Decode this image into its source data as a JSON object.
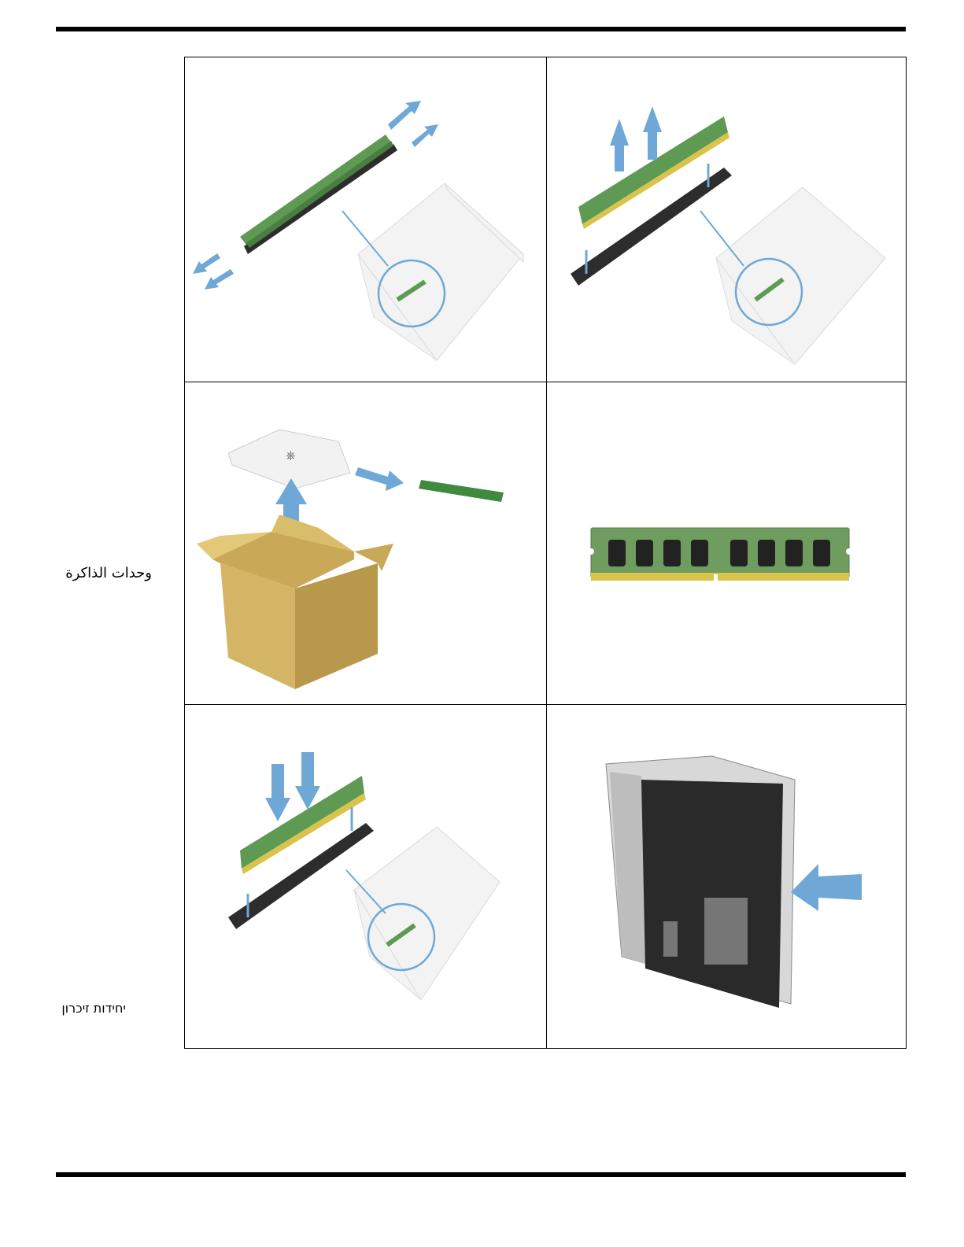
{
  "side_labels": {
    "arabic": "وحدات الذاكرة",
    "hebrew": "יחידות זיכרון"
  },
  "steps": [
    {
      "id": "release-latches",
      "icon": "memory-latch-release-illustration"
    },
    {
      "id": "remove-module",
      "icon": "memory-module-removal-illustration"
    },
    {
      "id": "unpack-module",
      "icon": "memory-unpack-illustration"
    },
    {
      "id": "memory-module",
      "icon": "dimm-module-illustration"
    },
    {
      "id": "insert-module",
      "icon": "memory-module-insert-illustration"
    },
    {
      "id": "replace-side-panel",
      "icon": "side-panel-install-illustration"
    }
  ],
  "colors": {
    "arrow": "#6fa8d6",
    "pcb": "#5f9a55",
    "slot": "#2d2d2d",
    "box": "#d4b565",
    "contacts": "#d9c34a",
    "panel": "#2a2a2a"
  }
}
